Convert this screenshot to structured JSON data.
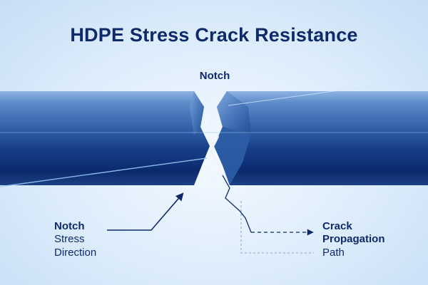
{
  "title": "HDPE Stress Crack Resistance",
  "labels": {
    "notch": "Notch",
    "notch_stress_direction": {
      "line1": "Notch",
      "line2": "Stress",
      "line3": "Direction"
    },
    "crack_propagation_path": {
      "line1": "Crack",
      "line2": "Propagation",
      "line3": "Path"
    }
  },
  "colors": {
    "title_text": "#0e2a6b",
    "pipe_dark": "#0b2a6e",
    "pipe_light": "#4f7fc2",
    "background": "#dcecfb"
  },
  "icons": {
    "stress_arrow": "arrow-up-right-icon",
    "propagation_arrow": "arrow-right-icon"
  }
}
